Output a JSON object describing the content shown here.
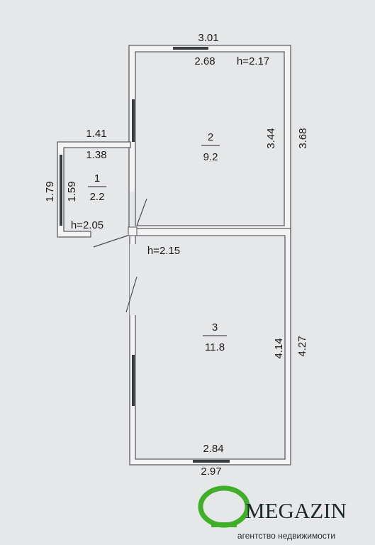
{
  "plan": {
    "rooms": [
      {
        "number": "1",
        "area": "2.2"
      },
      {
        "number": "2",
        "area": "9.2"
      },
      {
        "number": "3",
        "area": "11.8"
      }
    ],
    "dimensions": {
      "room2_top_outer": "3.01",
      "room2_top_inner": "2.68",
      "room2_height": "h=2.17",
      "room2_right_inner": "3.44",
      "room2_right_outer": "3.68",
      "room1_top_outer": "1.41",
      "room1_top_inner": "1.38",
      "room1_left_outer": "1.79",
      "room1_left_inner": "1.59",
      "room1_height": "h=2.05",
      "room3_height": "h=2.15",
      "room3_right_inner": "4.14",
      "room3_right_outer": "4.27",
      "room3_bottom_inner": "2.84",
      "room3_bottom_outer": "2.97"
    }
  },
  "logo": {
    "letter": "O",
    "name": "MEGAZIN",
    "tagline": "агентство недвижимости",
    "color_green": "#3fae29",
    "color_dark": "#1e2a2e"
  }
}
